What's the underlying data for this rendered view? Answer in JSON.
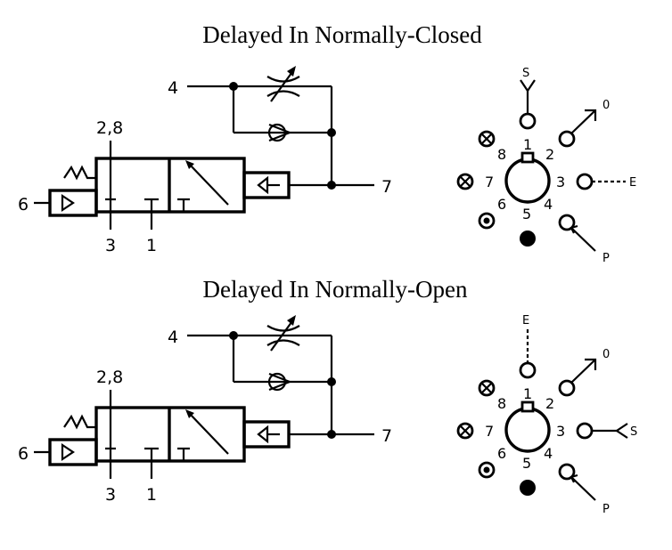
{
  "diagrams": [
    {
      "title": "Delayed In Normally-Closed",
      "schematic": {
        "port_left": "6",
        "port_top": "4",
        "port_right": "7",
        "port_upper": "2,8",
        "port_bottom_a": "3",
        "port_bottom_b": "1"
      },
      "dial": {
        "positions": [
          "1",
          "2",
          "3",
          "4",
          "5",
          "6",
          "7",
          "8"
        ],
        "top": "S",
        "right": "E",
        "tip": "0",
        "pressure": "P"
      }
    },
    {
      "title": "Delayed In Normally-Open",
      "schematic": {
        "port_left": "6",
        "port_top": "4",
        "port_right": "7",
        "port_upper": "2,8",
        "port_bottom_a": "3",
        "port_bottom_b": "1"
      },
      "dial": {
        "positions": [
          "1",
          "2",
          "3",
          "4",
          "5",
          "6",
          "7",
          "8"
        ],
        "top": "E",
        "right": "S",
        "tip": "0",
        "pressure": "P"
      }
    }
  ],
  "icons": {
    "adjustable": "adjustable-throttle-icon",
    "check": "check-valve-icon",
    "spring": "spring-icon",
    "pilot": "pilot-arrow-icon"
  }
}
